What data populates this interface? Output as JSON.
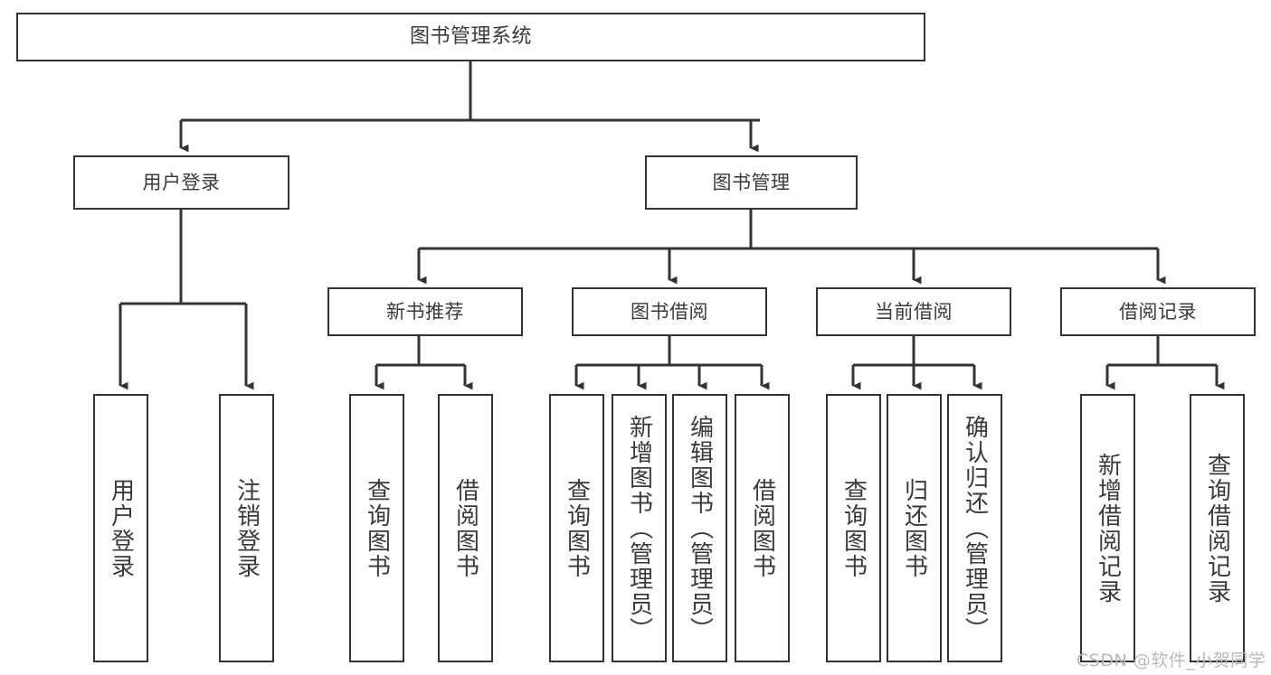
{
  "diagram": {
    "type": "tree-hierarchy-chart",
    "title": "图书管理系统",
    "colors": {
      "box_border": "#333333",
      "box_fill": "#ffffff",
      "connector": "#333333",
      "text": "#3a3a3a",
      "watermark": "#b9b9b9",
      "background": "#ffffff"
    },
    "levels": {
      "level1": [
        "图书管理系统"
      ],
      "level2": [
        "用户登录",
        "图书管理"
      ],
      "level3": [
        "新书推荐",
        "图书借阅",
        "当前借阅",
        "借阅记录"
      ],
      "level4": [
        "用户登录",
        "注销登录",
        "查询图书",
        "借阅图书",
        "查询图书",
        "新增图书（管理员）",
        "编辑图书（管理员）",
        "借阅图书",
        "查询图书",
        "归还图书",
        "确认归还（管理员）",
        "新增借阅记录",
        "查询借阅记录"
      ]
    },
    "nodes": {
      "root": {
        "label": "图书管理系统"
      },
      "user_login": {
        "label": "用户登录"
      },
      "book_manage": {
        "label": "图书管理"
      },
      "new_book_rec": {
        "label": "新书推荐"
      },
      "book_borrow": {
        "label": "图书借阅"
      },
      "current_borrow": {
        "label": "当前借阅"
      },
      "borrow_record": {
        "label": "借阅记录"
      },
      "leaf_user_login": {
        "label": "用户登录"
      },
      "leaf_logout": {
        "label": "注销登录"
      },
      "leaf_query_book_a": {
        "label": "查询图书"
      },
      "leaf_borrow_book_a": {
        "label": "借阅图书"
      },
      "leaf_query_book_b": {
        "label": "查询图书"
      },
      "leaf_add_book_admin": {
        "label": "新增图书（管理员）"
      },
      "leaf_edit_book_admin": {
        "label": "编辑图书（管理员）"
      },
      "leaf_borrow_book_b": {
        "label": "借阅图书"
      },
      "leaf_query_book_c": {
        "label": "查询图书"
      },
      "leaf_return_book": {
        "label": "归还图书"
      },
      "leaf_confirm_return_admin": {
        "label": "确认归还（管理员）"
      },
      "leaf_add_borrow_record": {
        "label": "新增借阅记录"
      },
      "leaf_query_borrow_record": {
        "label": "查询借阅记录"
      }
    },
    "edges": [
      {
        "from": "图书管理系统",
        "to": "用户登录"
      },
      {
        "from": "图书管理系统",
        "to": "图书管理"
      },
      {
        "from": "用户登录",
        "to": "用户登录"
      },
      {
        "from": "用户登录",
        "to": "注销登录"
      },
      {
        "from": "图书管理",
        "to": "新书推荐"
      },
      {
        "from": "图书管理",
        "to": "图书借阅"
      },
      {
        "from": "图书管理",
        "to": "当前借阅"
      },
      {
        "from": "图书管理",
        "to": "借阅记录"
      },
      {
        "from": "新书推荐",
        "to": "查询图书"
      },
      {
        "from": "新书推荐",
        "to": "借阅图书"
      },
      {
        "from": "图书借阅",
        "to": "查询图书"
      },
      {
        "from": "图书借阅",
        "to": "新增图书（管理员）"
      },
      {
        "from": "图书借阅",
        "to": "编辑图书（管理员）"
      },
      {
        "from": "图书借阅",
        "to": "借阅图书"
      },
      {
        "from": "当前借阅",
        "to": "查询图书"
      },
      {
        "from": "当前借阅",
        "to": "归还图书"
      },
      {
        "from": "当前借阅",
        "to": "确认归还（管理员）"
      },
      {
        "from": "借阅记录",
        "to": "新增借阅记录"
      },
      {
        "from": "借阅记录",
        "to": "查询借阅记录"
      }
    ]
  },
  "watermark": {
    "text": "CSDN @软件_小贺同学"
  }
}
